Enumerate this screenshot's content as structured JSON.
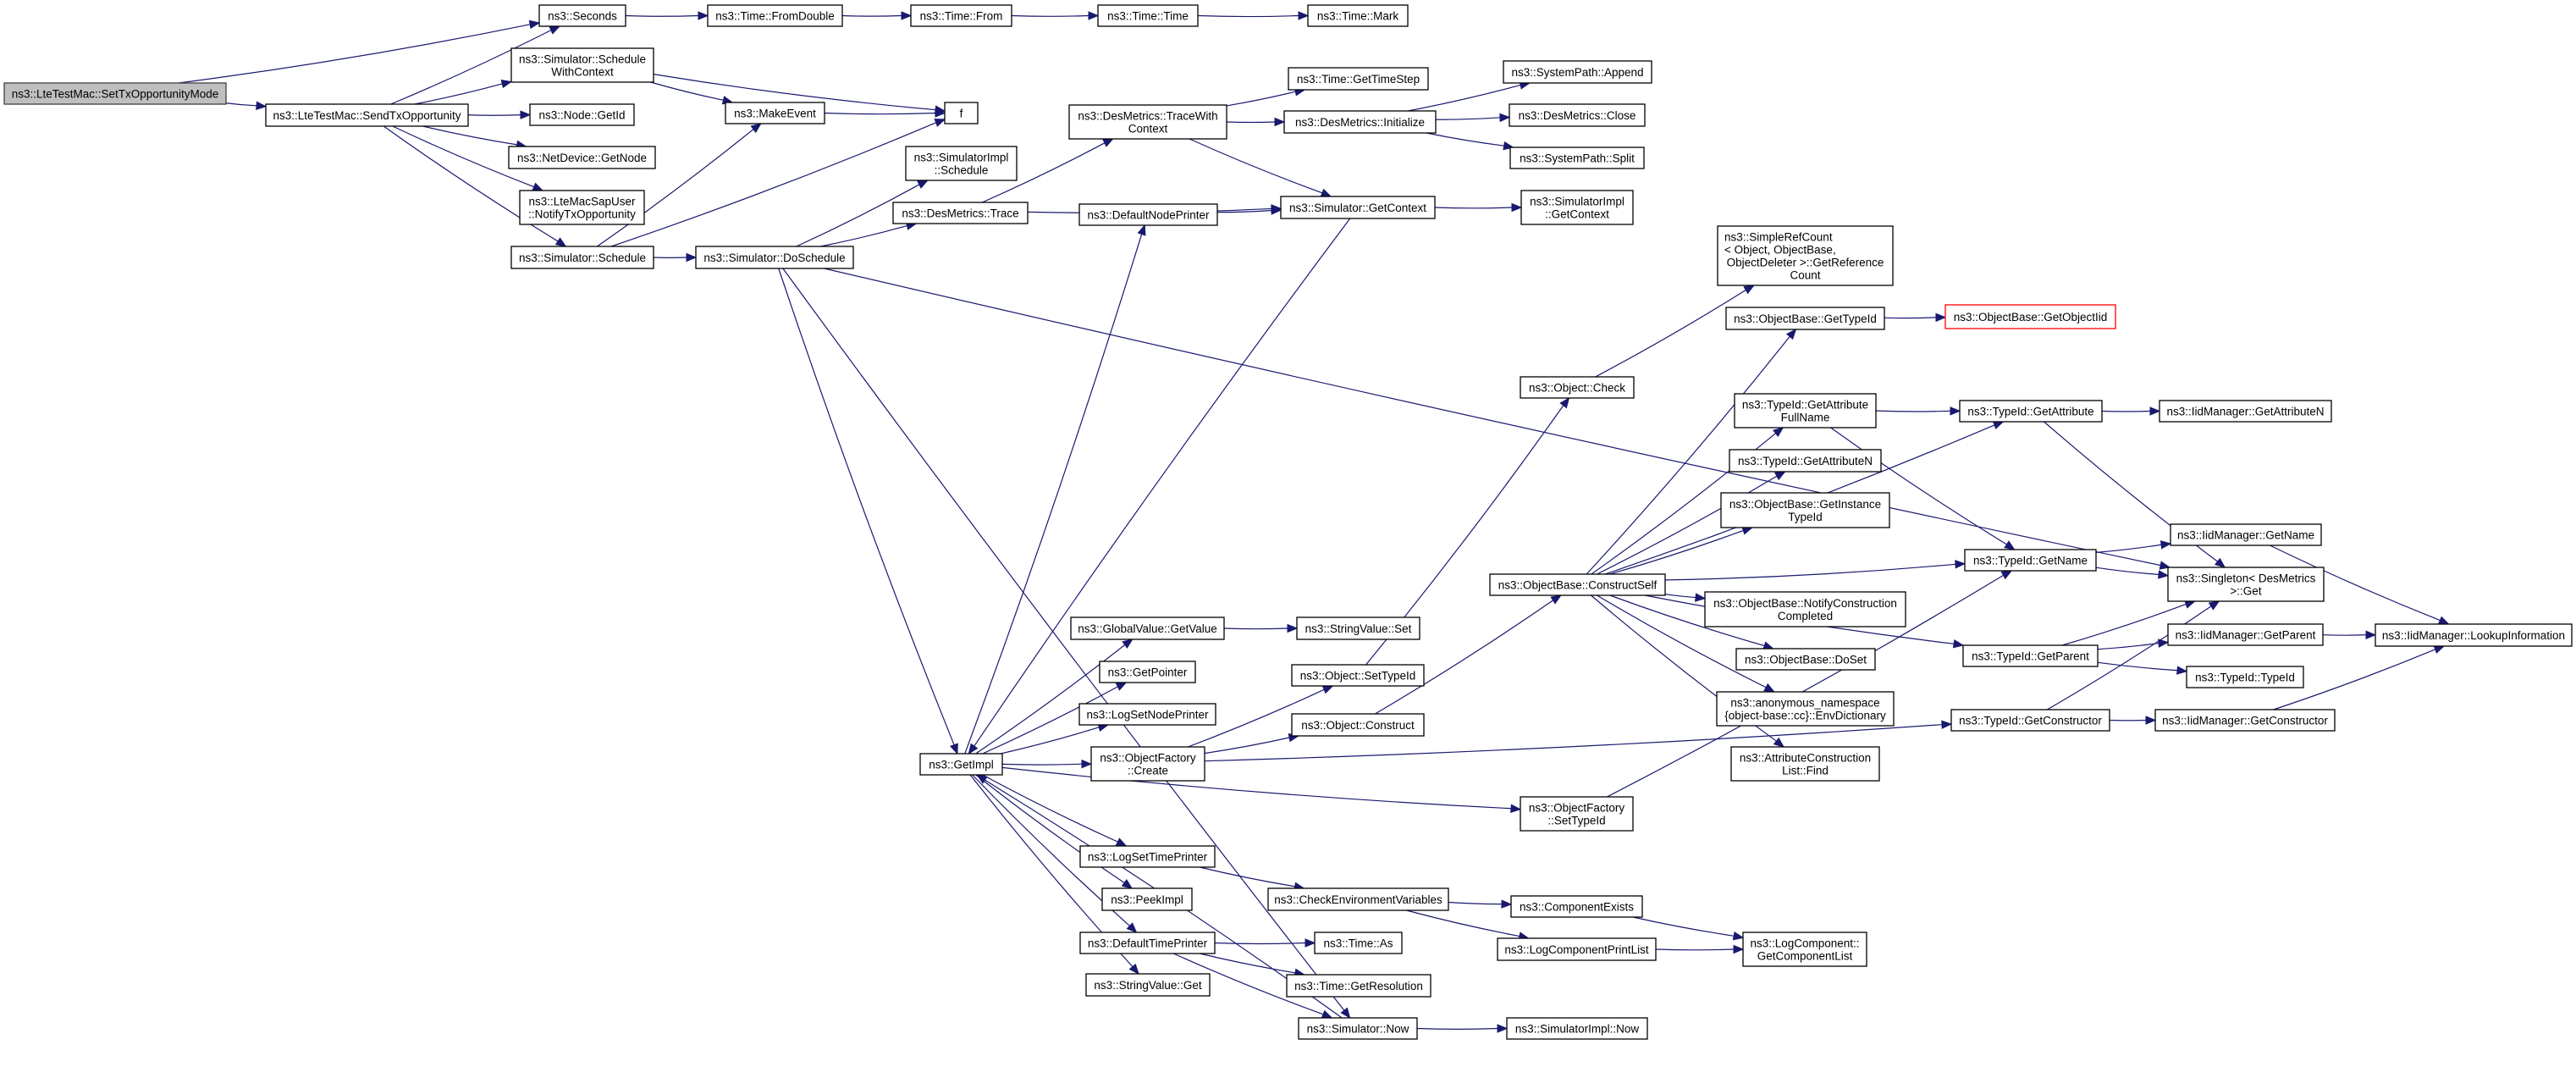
{
  "graph": {
    "type": "call-graph",
    "root": "setTxOpportunityMode",
    "colors": {
      "edge": "#191970",
      "root_fill": "#bfbfbf",
      "node_fill": "#ffffff",
      "node_border": "#000000",
      "undocumented_border": "#ff0000"
    },
    "nodes": [
      {
        "id": "setTxOpportunityMode",
        "lines": [
          "ns3::LteTestMac::SetTxOpportunityMode"
        ],
        "style": "root"
      },
      {
        "id": "sendTxOpportunity",
        "lines": [
          "ns3::LteTestMac::SendTxOpportunity"
        ]
      },
      {
        "id": "seconds",
        "lines": [
          "ns3::Seconds"
        ]
      },
      {
        "id": "scheduleWithContext",
        "lines": [
          "ns3::Simulator::Schedule",
          "WithContext"
        ]
      },
      {
        "id": "nodeGetId",
        "lines": [
          "ns3::Node::GetId"
        ]
      },
      {
        "id": "netDeviceGetNode",
        "lines": [
          "ns3::NetDevice::GetNode"
        ]
      },
      {
        "id": "notifyTxOpportunity",
        "lines": [
          "ns3::LteMacSapUser",
          "::NotifyTxOpportunity"
        ]
      },
      {
        "id": "simulatorSchedule",
        "lines": [
          "ns3::Simulator::Schedule"
        ]
      },
      {
        "id": "timeFromDouble",
        "lines": [
          "ns3::Time::FromDouble"
        ]
      },
      {
        "id": "timeFrom",
        "lines": [
          "ns3::Time::From"
        ]
      },
      {
        "id": "timeTime",
        "lines": [
          "ns3::Time::Time"
        ]
      },
      {
        "id": "timeMark",
        "lines": [
          "ns3::Time::Mark"
        ]
      },
      {
        "id": "makeEvent",
        "lines": [
          "ns3::MakeEvent"
        ]
      },
      {
        "id": "f",
        "lines": [
          "f"
        ]
      },
      {
        "id": "doSchedule",
        "lines": [
          "ns3::Simulator::DoSchedule"
        ]
      },
      {
        "id": "simImplSchedule",
        "lines": [
          "ns3::SimulatorImpl",
          "::Schedule"
        ]
      },
      {
        "id": "desMetricsTrace",
        "lines": [
          "ns3::DesMetrics::Trace"
        ]
      },
      {
        "id": "traceWithContext",
        "lines": [
          "ns3::DesMetrics::TraceWith",
          "Context"
        ]
      },
      {
        "id": "getTimeStep",
        "lines": [
          "ns3::Time::GetTimeStep"
        ]
      },
      {
        "id": "desMetricsInitialize",
        "lines": [
          "ns3::DesMetrics::Initialize"
        ]
      },
      {
        "id": "systemPathAppend",
        "lines": [
          "ns3::SystemPath::Append"
        ]
      },
      {
        "id": "desMetricsClose",
        "lines": [
          "ns3::DesMetrics::Close"
        ]
      },
      {
        "id": "systemPathSplit",
        "lines": [
          "ns3::SystemPath::Split"
        ]
      },
      {
        "id": "defaultNodePrinter",
        "lines": [
          "ns3::DefaultNodePrinter"
        ]
      },
      {
        "id": "simulatorGetContext",
        "lines": [
          "ns3::Simulator::GetContext"
        ]
      },
      {
        "id": "simImplGetContext",
        "lines": [
          "ns3::SimulatorImpl",
          "::GetContext"
        ]
      },
      {
        "id": "simpleRefCount",
        "lines": [
          "ns3::SimpleRefCount",
          "< Object, ObjectBase,",
          "ObjectDeleter >::GetReference",
          "Count"
        ]
      },
      {
        "id": "objectBaseGetTypeId",
        "lines": [
          "ns3::ObjectBase::GetTypeId"
        ]
      },
      {
        "id": "getObjectIid",
        "lines": [
          "ns3::ObjectBase::GetObjectIid"
        ],
        "style": "undoc"
      },
      {
        "id": "objectCheck",
        "lines": [
          "ns3::Object::Check"
        ]
      },
      {
        "id": "getAttributeFullName",
        "lines": [
          "ns3::TypeId::GetAttribute",
          "FullName"
        ]
      },
      {
        "id": "typeIdGetAttribute",
        "lines": [
          "ns3::TypeId::GetAttribute"
        ]
      },
      {
        "id": "iidGetAttributeN",
        "lines": [
          "ns3::IidManager::GetAttributeN"
        ]
      },
      {
        "id": "typeIdGetAttributeN",
        "lines": [
          "ns3::TypeId::GetAttributeN"
        ]
      },
      {
        "id": "getInstanceTypeId",
        "lines": [
          "ns3::ObjectBase::GetInstance",
          "TypeId"
        ]
      },
      {
        "id": "constructSelf",
        "lines": [
          "ns3::ObjectBase::ConstructSelf"
        ]
      },
      {
        "id": "typeIdGetName",
        "lines": [
          "ns3::TypeId::GetName"
        ]
      },
      {
        "id": "iidGetName",
        "lines": [
          "ns3::IidManager::GetName"
        ]
      },
      {
        "id": "singletonGet",
        "lines": [
          "ns3::Singleton< DesMetrics",
          ">::Get"
        ]
      },
      {
        "id": "notifyConstructionCompleted",
        "lines": [
          "ns3::ObjectBase::NotifyConstruction",
          "Completed"
        ]
      },
      {
        "id": "objectBaseDoSet",
        "lines": [
          "ns3::ObjectBase::DoSet"
        ]
      },
      {
        "id": "envDictionary",
        "lines": [
          "ns3::anonymous_namespace",
          "{object-base::cc}::EnvDictionary"
        ]
      },
      {
        "id": "attrConstructionFind",
        "lines": [
          "ns3::AttributeConstruction",
          "List::Find"
        ]
      },
      {
        "id": "typeIdGetParent",
        "lines": [
          "ns3::TypeId::GetParent"
        ]
      },
      {
        "id": "iidGetParent",
        "lines": [
          "ns3::IidManager::GetParent"
        ]
      },
      {
        "id": "lookupInformation",
        "lines": [
          "ns3::IidManager::LookupInformation"
        ]
      },
      {
        "id": "typeIdTypeId",
        "lines": [
          "ns3::TypeId::TypeId"
        ]
      },
      {
        "id": "typeIdGetConstructor",
        "lines": [
          "ns3::TypeId::GetConstructor"
        ]
      },
      {
        "id": "iidGetConstructor",
        "lines": [
          "ns3::IidManager::GetConstructor"
        ]
      },
      {
        "id": "getImpl",
        "lines": [
          "ns3::GetImpl"
        ]
      },
      {
        "id": "globalValueGetValue",
        "lines": [
          "ns3::GlobalValue::GetValue"
        ]
      },
      {
        "id": "stringValueSet",
        "lines": [
          "ns3::StringValue::Set"
        ]
      },
      {
        "id": "getPointer",
        "lines": [
          "ns3::GetPointer"
        ]
      },
      {
        "id": "logSetNodePrinter",
        "lines": [
          "ns3::LogSetNodePrinter"
        ]
      },
      {
        "id": "objectFactoryCreate",
        "lines": [
          "ns3::ObjectFactory",
          "::Create"
        ]
      },
      {
        "id": "objectSetTypeId",
        "lines": [
          "ns3::Object::SetTypeId"
        ]
      },
      {
        "id": "objectConstruct",
        "lines": [
          "ns3::Object::Construct"
        ]
      },
      {
        "id": "objectFactorySetTypeId",
        "lines": [
          "ns3::ObjectFactory",
          "::SetTypeId"
        ]
      },
      {
        "id": "logSetTimePrinter",
        "lines": [
          "ns3::LogSetTimePrinter"
        ]
      },
      {
        "id": "peekImpl",
        "lines": [
          "ns3::PeekImpl"
        ]
      },
      {
        "id": "checkEnvVars",
        "lines": [
          "ns3::CheckEnvironmentVariables"
        ]
      },
      {
        "id": "componentExists",
        "lines": [
          "ns3::ComponentExists"
        ]
      },
      {
        "id": "logComponentPrintList",
        "lines": [
          "ns3::LogComponentPrintList"
        ]
      },
      {
        "id": "getComponentList",
        "lines": [
          "ns3::LogComponent::",
          "GetComponentList"
        ]
      },
      {
        "id": "defaultTimePrinter",
        "lines": [
          "ns3::DefaultTimePrinter"
        ]
      },
      {
        "id": "timeAs",
        "lines": [
          "ns3::Time::As"
        ]
      },
      {
        "id": "stringValueGet",
        "lines": [
          "ns3::StringValue::Get"
        ]
      },
      {
        "id": "timeGetResolution",
        "lines": [
          "ns3::Time::GetResolution"
        ]
      },
      {
        "id": "simulatorNow",
        "lines": [
          "ns3::Simulator::Now"
        ]
      },
      {
        "id": "simImplNow",
        "lines": [
          "ns3::SimulatorImpl::Now"
        ]
      }
    ],
    "edges": [
      [
        "setTxOpportunityMode",
        "seconds"
      ],
      [
        "setTxOpportunityMode",
        "sendTxOpportunity"
      ],
      [
        "sendTxOpportunity",
        "seconds"
      ],
      [
        "sendTxOpportunity",
        "scheduleWithContext"
      ],
      [
        "sendTxOpportunity",
        "nodeGetId"
      ],
      [
        "sendTxOpportunity",
        "netDeviceGetNode"
      ],
      [
        "sendTxOpportunity",
        "notifyTxOpportunity"
      ],
      [
        "sendTxOpportunity",
        "simulatorSchedule"
      ],
      [
        "seconds",
        "timeFromDouble"
      ],
      [
        "timeFromDouble",
        "timeFrom"
      ],
      [
        "timeFrom",
        "timeTime"
      ],
      [
        "timeTime",
        "timeMark"
      ],
      [
        "scheduleWithContext",
        "makeEvent"
      ],
      [
        "scheduleWithContext",
        "f"
      ],
      [
        "simulatorSchedule",
        "makeEvent"
      ],
      [
        "simulatorSchedule",
        "f"
      ],
      [
        "simulatorSchedule",
        "doSchedule"
      ],
      [
        "makeEvent",
        "f"
      ],
      [
        "doSchedule",
        "simImplSchedule"
      ],
      [
        "doSchedule",
        "desMetricsTrace"
      ],
      [
        "doSchedule",
        "singletonGet"
      ],
      [
        "doSchedule",
        "getImpl"
      ],
      [
        "doSchedule",
        "simulatorNow"
      ],
      [
        "desMetricsTrace",
        "traceWithContext"
      ],
      [
        "desMetricsTrace",
        "simulatorGetContext"
      ],
      [
        "traceWithContext",
        "getTimeStep"
      ],
      [
        "traceWithContext",
        "desMetricsInitialize"
      ],
      [
        "traceWithContext",
        "simulatorGetContext"
      ],
      [
        "desMetricsInitialize",
        "systemPathAppend"
      ],
      [
        "desMetricsInitialize",
        "desMetricsClose"
      ],
      [
        "desMetricsInitialize",
        "systemPathSplit"
      ],
      [
        "defaultNodePrinter",
        "simulatorGetContext"
      ],
      [
        "simulatorGetContext",
        "simImplGetContext"
      ],
      [
        "simulatorGetContext",
        "getImpl"
      ],
      [
        "getImpl",
        "defaultNodePrinter"
      ],
      [
        "getImpl",
        "globalValueGetValue"
      ],
      [
        "getImpl",
        "getPointer"
      ],
      [
        "getImpl",
        "logSetNodePrinter"
      ],
      [
        "getImpl",
        "objectFactoryCreate"
      ],
      [
        "getImpl",
        "objectFactorySetTypeId"
      ],
      [
        "getImpl",
        "logSetTimePrinter"
      ],
      [
        "getImpl",
        "peekImpl"
      ],
      [
        "getImpl",
        "defaultTimePrinter"
      ],
      [
        "getImpl",
        "stringValueGet"
      ],
      [
        "simulatorNow",
        "getImpl"
      ],
      [
        "simulatorNow",
        "simImplNow"
      ],
      [
        "globalValueGetValue",
        "stringValueSet"
      ],
      [
        "objectFactoryCreate",
        "objectSetTypeId"
      ],
      [
        "objectFactoryCreate",
        "objectConstruct"
      ],
      [
        "objectFactoryCreate",
        "typeIdGetConstructor"
      ],
      [
        "objectSetTypeId",
        "objectCheck"
      ],
      [
        "objectConstruct",
        "constructSelf"
      ],
      [
        "objectCheck",
        "simpleRefCount"
      ],
      [
        "objectFactorySetTypeId",
        "typeIdGetName"
      ],
      [
        "constructSelf",
        "objectBaseGetTypeId"
      ],
      [
        "constructSelf",
        "getAttributeFullName"
      ],
      [
        "constructSelf",
        "typeIdGetAttribute"
      ],
      [
        "constructSelf",
        "typeIdGetAttributeN"
      ],
      [
        "constructSelf",
        "getInstanceTypeId"
      ],
      [
        "constructSelf",
        "typeIdGetName"
      ],
      [
        "constructSelf",
        "notifyConstructionCompleted"
      ],
      [
        "constructSelf",
        "objectBaseDoSet"
      ],
      [
        "constructSelf",
        "envDictionary"
      ],
      [
        "constructSelf",
        "attrConstructionFind"
      ],
      [
        "constructSelf",
        "typeIdGetParent"
      ],
      [
        "objectBaseGetTypeId",
        "getObjectIid"
      ],
      [
        "getAttributeFullName",
        "typeIdGetAttribute"
      ],
      [
        "getAttributeFullName",
        "typeIdGetName"
      ],
      [
        "typeIdGetAttribute",
        "iidGetAttributeN"
      ],
      [
        "typeIdGetAttribute",
        "singletonGet"
      ],
      [
        "typeIdGetName",
        "iidGetName"
      ],
      [
        "typeIdGetName",
        "singletonGet"
      ],
      [
        "iidGetName",
        "lookupInformation"
      ],
      [
        "typeIdGetParent",
        "singletonGet"
      ],
      [
        "typeIdGetParent",
        "iidGetParent"
      ],
      [
        "typeIdGetParent",
        "typeIdTypeId"
      ],
      [
        "iidGetParent",
        "lookupInformation"
      ],
      [
        "typeIdGetConstructor",
        "singletonGet"
      ],
      [
        "typeIdGetConstructor",
        "iidGetConstructor"
      ],
      [
        "iidGetConstructor",
        "lookupInformation"
      ],
      [
        "logSetTimePrinter",
        "checkEnvVars"
      ],
      [
        "checkEnvVars",
        "componentExists"
      ],
      [
        "checkEnvVars",
        "logComponentPrintList"
      ],
      [
        "componentExists",
        "getComponentList"
      ],
      [
        "logComponentPrintList",
        "getComponentList"
      ],
      [
        "defaultTimePrinter",
        "timeAs"
      ],
      [
        "defaultTimePrinter",
        "timeGetResolution"
      ],
      [
        "defaultTimePrinter",
        "simulatorNow"
      ]
    ]
  }
}
